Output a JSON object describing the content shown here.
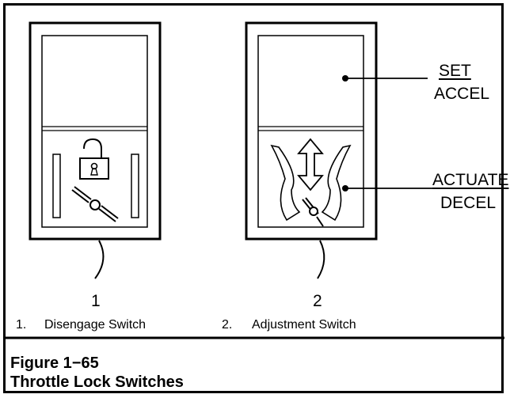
{
  "switch1": {
    "number": "1",
    "legend_number": "1.",
    "legend_label": "Disengage Switch"
  },
  "switch2": {
    "number": "2",
    "legend_number": "2.",
    "legend_label": "Adjustment Switch",
    "upper_top": "SET",
    "upper_bottom": "ACCEL",
    "lower_top": "ACTUATE",
    "lower_bottom": "DECEL"
  },
  "caption": {
    "figure": "Figure 1−65",
    "title": "Throttle Lock Switches"
  },
  "icons": [
    "unlocked-padlock-icon",
    "throttle-lever-icon",
    "double-arrow-icon"
  ]
}
